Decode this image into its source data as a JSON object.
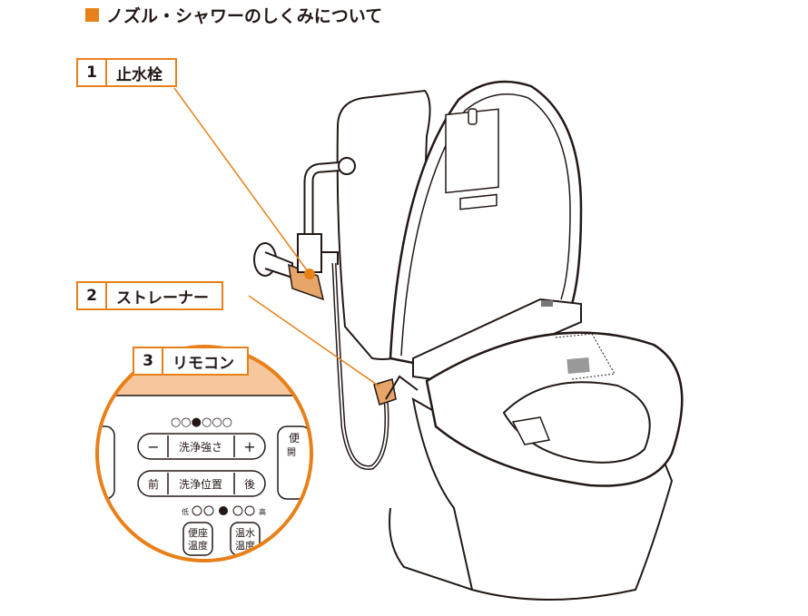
{
  "title": "ノズル・シャワーのしくみについて",
  "labels": [
    {
      "number": "1",
      "text": "止水栓"
    },
    {
      "number": "2",
      "text": "ストレーナー"
    },
    {
      "number": "3",
      "text": "リモコン"
    }
  ],
  "remote": {
    "dots_top": "○○●○○○",
    "minus": "−",
    "wash_strength": "洗浄強さ",
    "plus": "+",
    "front": "前",
    "wash_position": "洗浄位置",
    "back": "後",
    "low": "低",
    "high": "高",
    "seat_temp_line1": "便座",
    "seat_temp_line2": "温度",
    "water_temp_line1": "温水",
    "water_temp_line2": "温度",
    "partial_1": "便",
    "partial_2": "開"
  },
  "colors": {
    "accent": "#e8801a",
    "accent_light": "#f6c79c",
    "line": "#231815",
    "fixture": "#e8a56a"
  }
}
